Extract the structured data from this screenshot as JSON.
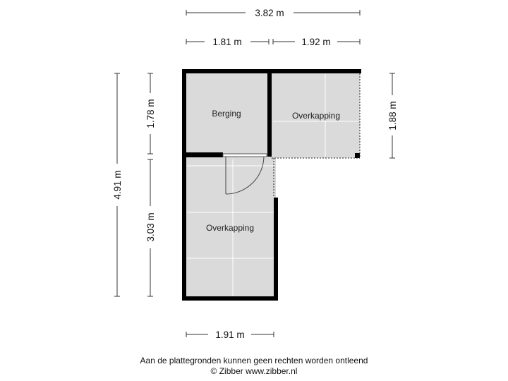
{
  "dimensions": {
    "total_width": "3.82 m",
    "top_left_width": "1.81 m",
    "top_right_width": "1.92 m",
    "bottom_width": "1.91 m",
    "total_height": "4.91 m",
    "left_upper_height": "1.78 m",
    "left_lower_height": "3.03 m",
    "right_height": "1.88 m"
  },
  "rooms": {
    "berging": "Berging",
    "overkapping_right": "Overkapping",
    "overkapping_bottom": "Overkapping"
  },
  "footer": {
    "disclaimer": "Aan de plattegronden kunnen geen rechten worden ontleend",
    "copyright": "© Zibber www.zibber.nl"
  },
  "colors": {
    "floor": "#dadada",
    "wall": "#000000",
    "grid": "#ffffff"
  }
}
